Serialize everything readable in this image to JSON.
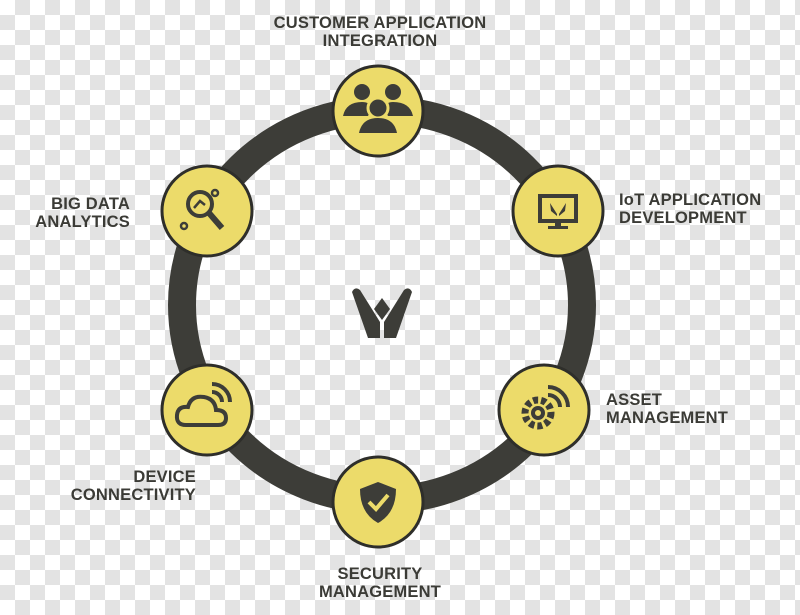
{
  "colors": {
    "node_fill": "#ecdb6a",
    "ring": "#3d3d38",
    "text": "#3b3b36"
  },
  "nodes": [
    {
      "id": "customer",
      "line1": "CUSTOMER APPLICATION",
      "line2": "INTEGRATION",
      "icon": "users-icon"
    },
    {
      "id": "iot",
      "line1": "IoT APPLICATION",
      "line2": "DEVELOPMENT",
      "icon": "monitor-icon"
    },
    {
      "id": "asset",
      "line1": "ASSET",
      "line2": "MANAGEMENT",
      "icon": "gear-wifi-icon"
    },
    {
      "id": "security",
      "line1": "SECURITY",
      "line2": "MANAGEMENT",
      "icon": "shield-check-icon"
    },
    {
      "id": "device",
      "line1": "DEVICE",
      "line2": "CONNECTIVITY",
      "icon": "cloud-wifi-icon"
    },
    {
      "id": "bigdata",
      "line1": "BIG DATA",
      "line2": "ANALYTICS",
      "icon": "magnifier-icon"
    }
  ]
}
